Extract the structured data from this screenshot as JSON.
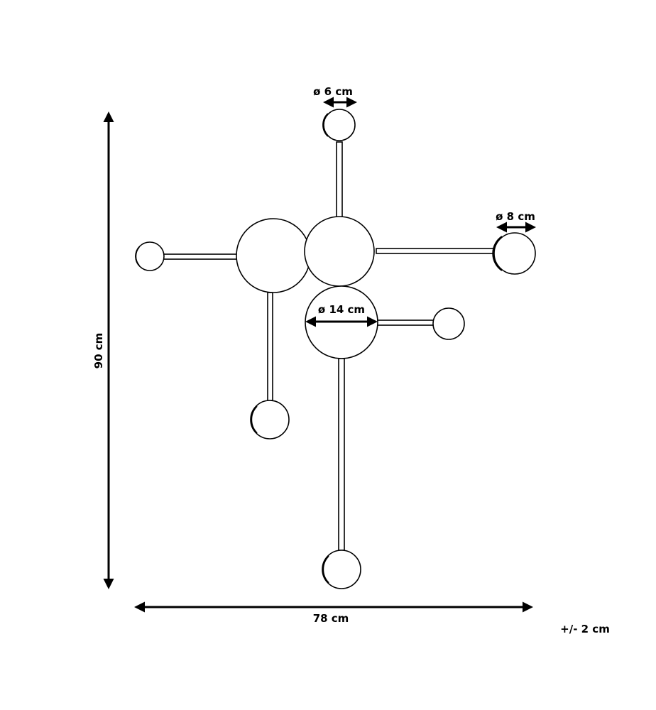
{
  "dimensions": {
    "height_label": "90 cm",
    "width_label": "78 cm",
    "tolerance_label": "+/- 2 cm",
    "small_globe_label": "ø 6 cm",
    "medium_globe_label": "ø 8 cm",
    "canopy_label": "ø 14 cm"
  }
}
